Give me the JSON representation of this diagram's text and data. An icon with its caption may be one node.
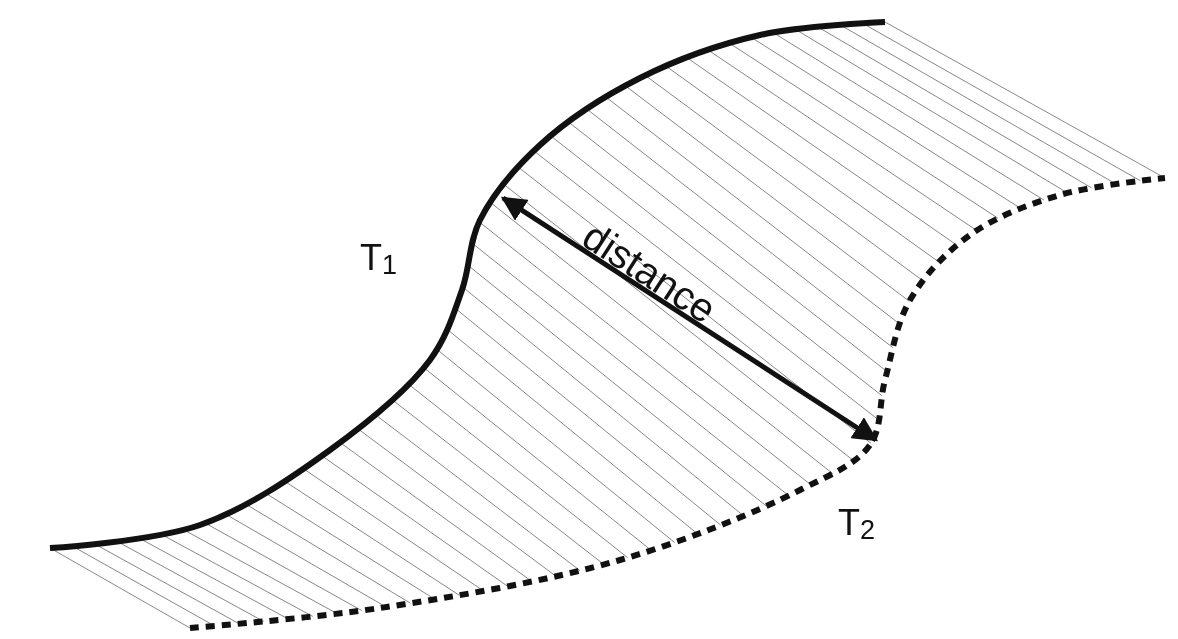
{
  "diagram": {
    "labels": [
      "T$_{1}$",
      "distance",
      "T$_{2}$"
    ]
  }
}
